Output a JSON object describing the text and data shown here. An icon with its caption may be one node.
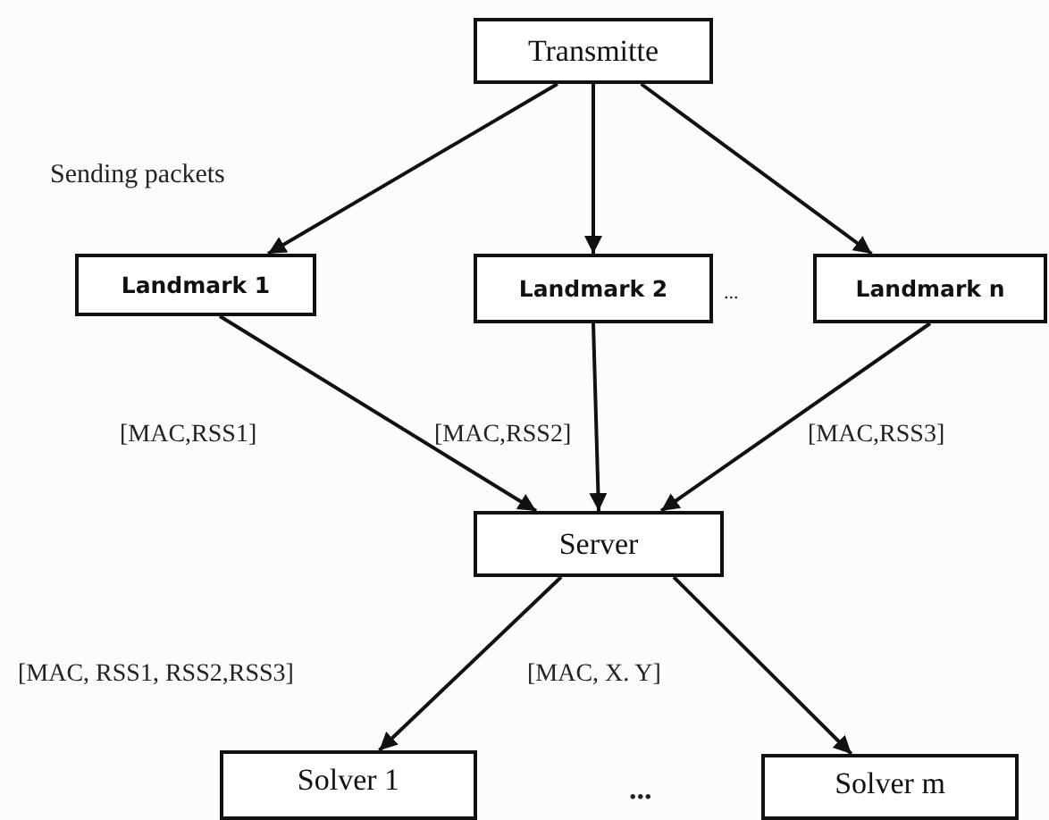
{
  "diagram": {
    "nodes": [
      {
        "text": [
          "Transmitte"
        ]
      },
      {
        "text": [
          "Landmark 1"
        ]
      },
      {
        "text": [
          "Landmark 2"
        ]
      },
      {
        "text": [
          "Landmark n"
        ]
      },
      {
        "text": [
          "Server"
        ]
      },
      {
        "text": [
          "Solver 1"
        ]
      },
      {
        "text": [
          "Solver m"
        ]
      }
    ],
    "edges": [
      {
        "from": 0,
        "to": 1,
        "arrow": "to"
      },
      {
        "from": 0,
        "to": 2,
        "arrow": "to"
      },
      {
        "from": 0,
        "to": 3,
        "arrow": "to"
      },
      {
        "from": 1,
        "to": 4,
        "arrow": "to"
      },
      {
        "from": 2,
        "to": 4,
        "arrow": "to"
      },
      {
        "from": 3,
        "to": 4,
        "arrow": "to"
      },
      {
        "from": 4,
        "to": 5,
        "arrow": "to"
      },
      {
        "from": 4,
        "to": 6,
        "arrow": "to"
      }
    ],
    "labels": [
      "Sending packets",
      "...",
      "[MAC,RSS1]",
      "[MAC,RSS2]",
      "[MAC,RSS3]",
      "[MAC, RSS1, RSS2,RSS3]",
      "[MAC, X. Y]",
      "..."
    ]
  }
}
